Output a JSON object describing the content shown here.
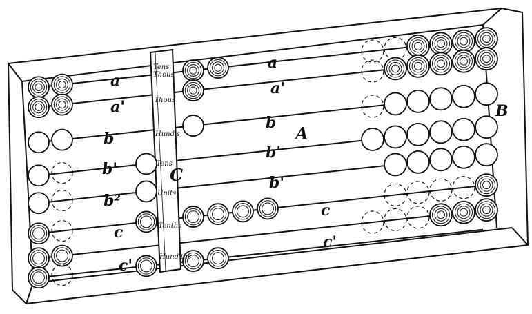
{
  "figure": {
    "part_labels": {
      "frame_main": "A",
      "frame_right": "B",
      "divider": "C"
    },
    "rod_letters_left": [
      "a",
      "a'",
      "b",
      "b'",
      "b²",
      "c",
      "c'"
    ],
    "rod_letters_right": [
      "a",
      "a'",
      "b",
      "b'",
      "b'",
      "c",
      "c'"
    ],
    "column_labels": [
      "Tens Thous",
      "Thous",
      "Hund's",
      "Tens",
      "Units",
      "Tenths",
      "Hund'ths"
    ],
    "rods": [
      {
        "left_solid": 2,
        "left_dashed": 0,
        "left_near_divider": 0,
        "right_near_divider": 2,
        "right_end_solid": 4,
        "right_end_dashed": 2
      },
      {
        "left_solid": 2,
        "left_dashed": 0,
        "left_near_divider": 0,
        "right_near_divider": 1,
        "right_end_solid": 5,
        "right_end_dashed": 1
      },
      {
        "left_solid": 2,
        "left_dashed": 0,
        "left_near_divider": 0,
        "right_near_divider": 1,
        "right_end_solid": 5,
        "right_end_dashed": 1
      },
      {
        "left_solid": 1,
        "left_dashed": 1,
        "left_near_divider": 1,
        "right_near_divider": 0,
        "right_end_solid": 6,
        "right_end_dashed": 0
      },
      {
        "left_solid": 1,
        "left_dashed": 1,
        "left_near_divider": 1,
        "right_near_divider": 0,
        "right_end_solid": 5,
        "right_end_dashed": 0
      },
      {
        "left_solid": 1,
        "left_dashed": 1,
        "left_near_divider": 1,
        "right_near_divider": 4,
        "right_end_solid": 1,
        "right_end_dashed": 4
      },
      {
        "left_solid": 2,
        "left_dashed": 0,
        "left_near_divider": 0,
        "right_near_divider": 0,
        "right_end_solid": 3,
        "right_end_dashed": 3
      },
      {
        "left_solid": 1,
        "left_dashed": 1,
        "left_near_divider": 1,
        "right_near_divider": 2,
        "right_end_solid": 0,
        "right_end_dashed": 0
      }
    ]
  }
}
